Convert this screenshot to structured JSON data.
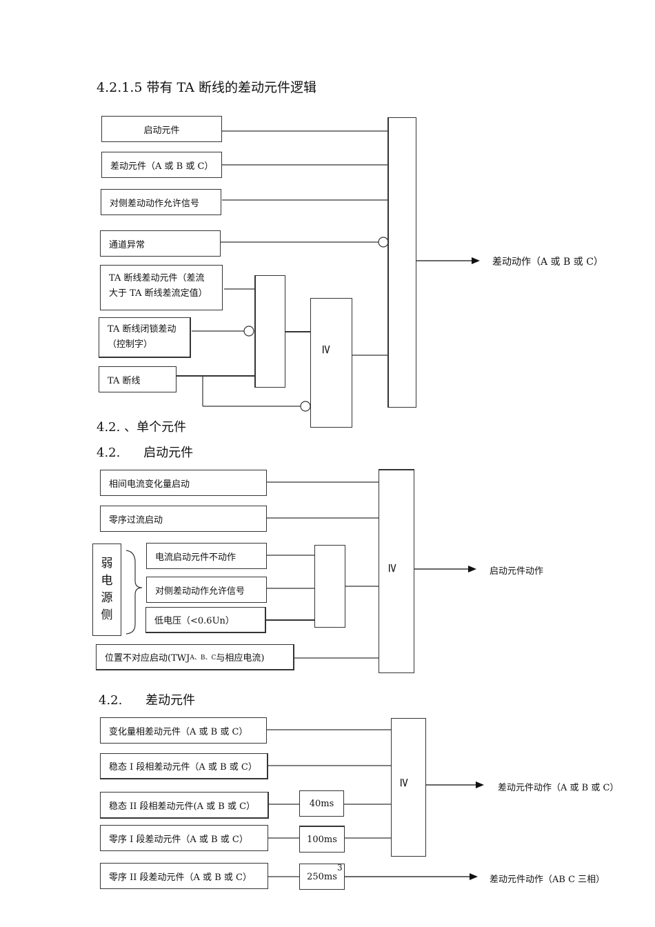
{
  "section1": {
    "heading": "4.2.1.5  带有 TA 断线的差动元件逻辑",
    "inputs": {
      "start_element": "启动元件",
      "diff_element": "差动元件（A 或 B 或 C）",
      "remote_permit": "对侧差动动作允许信号",
      "channel_abnormal": "通道异常",
      "ta_break_diff_line1": "TA  断线差动元件（差流",
      "ta_break_diff_line2": "大于 TA 断线差流定值）",
      "ta_block_line1": "TA 断线闭锁差动",
      "ta_block_line2": "（控制字）",
      "ta_break": "TA 断线"
    },
    "or_gate_symbol": "≥",
    "output": "差动动作（A 或 B 或 C）"
  },
  "section2": {
    "heading": "4.2. 、单个元件"
  },
  "section3": {
    "heading_num": "4.2.",
    "heading_text": "启动元件",
    "inputs": {
      "phase_current_delta": "相间电流变化量启动",
      "zero_seq_overcurrent": "零序过流启动",
      "current_start_not_act": "电流启动元件不动作",
      "remote_permit": "对侧差动动作允许信号",
      "low_voltage": "低电压（<0.6Un）",
      "position_mismatch_pre": "位置不对应启动(TWJ",
      "position_mismatch_sub": "A、B、C",
      "position_mismatch_post": "与相应电流)"
    },
    "weak_source_side": [
      "弱",
      "电",
      "源",
      "侧"
    ],
    "or_gate_symbol": "≥",
    "output": "启动元件动作"
  },
  "section4": {
    "heading_num": "4.2.",
    "heading_text": "差动元件",
    "inputs": {
      "delta_phase_diff": "变化量相差动元件（A 或 B 或 C）",
      "steady_1_phase_diff": "稳态 I 段相差动元件（A 或 B 或 C）",
      "steady_2_phase_diff": "稳态 II 段相差动元件(A 或 B 或 C）",
      "zero_1_diff": "零序 I 段差动元件（A 或 B 或 C）",
      "zero_2_diff": "零序 II 段差动元件（A 或 B 或 C）"
    },
    "timers": {
      "t40": "40ms",
      "t100": "100ms",
      "t250": "250ms"
    },
    "or_gate_symbol": "≥",
    "output_main": "差动元件动作（A 或 B 或 C）",
    "output_three_phase": "差动元件动作（AB C 三相）"
  },
  "page_number": "3"
}
